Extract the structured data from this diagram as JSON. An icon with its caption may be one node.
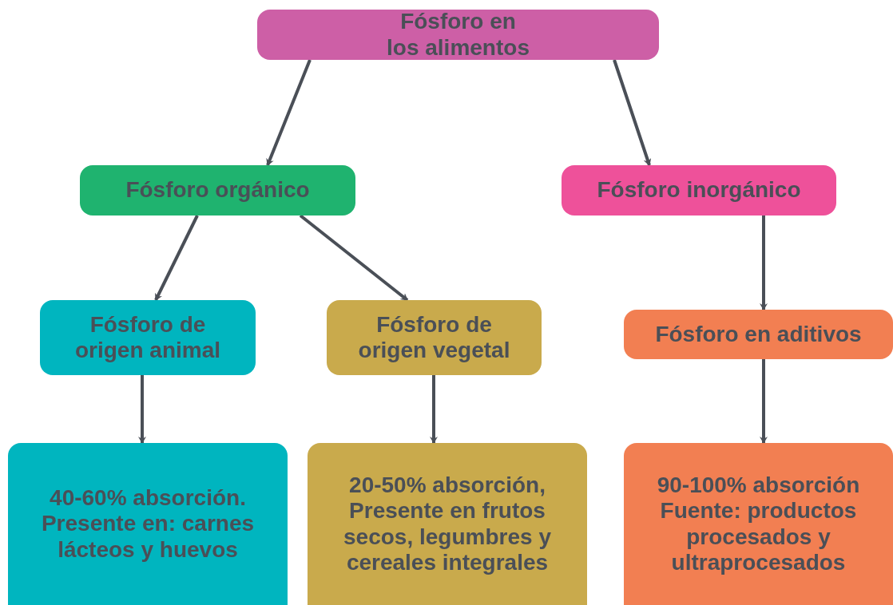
{
  "diagram": {
    "nodes": [
      {
        "text": [
          "Fósforo en los alimentos"
        ]
      },
      {
        "text": [
          "Fósforo orgánico"
        ]
      },
      {
        "text": [
          "Fósforo inorgánico"
        ]
      },
      {
        "text": [
          "Fósforo de origen animal"
        ]
      },
      {
        "text": [
          "Fósforo de origen vegetal"
        ]
      },
      {
        "text": [
          "Fósforo en aditivos"
        ]
      },
      {
        "text": [
          "40-60% absorción. Presente en: carnes lácteos y huevos"
        ]
      },
      {
        "text": [
          "20-50% absorción, Presente en frutos secos, legumbres y cereales integrales"
        ]
      },
      {
        "text": [
          "90-100% absorción Fuente: productos procesados y ultraprocesados"
        ]
      }
    ],
    "edges": [
      {
        "from": 0,
        "to": 1,
        "arrow": "to"
      },
      {
        "from": 0,
        "to": 2,
        "arrow": "to"
      },
      {
        "from": 1,
        "to": 3,
        "arrow": "to"
      },
      {
        "from": 1,
        "to": 4,
        "arrow": "to"
      },
      {
        "from": 2,
        "to": 5,
        "arrow": "to"
      },
      {
        "from": 3,
        "to": 6,
        "arrow": "to"
      },
      {
        "from": 4,
        "to": 7,
        "arrow": "to"
      },
      {
        "from": 5,
        "to": 8,
        "arrow": "to"
      }
    ]
  }
}
